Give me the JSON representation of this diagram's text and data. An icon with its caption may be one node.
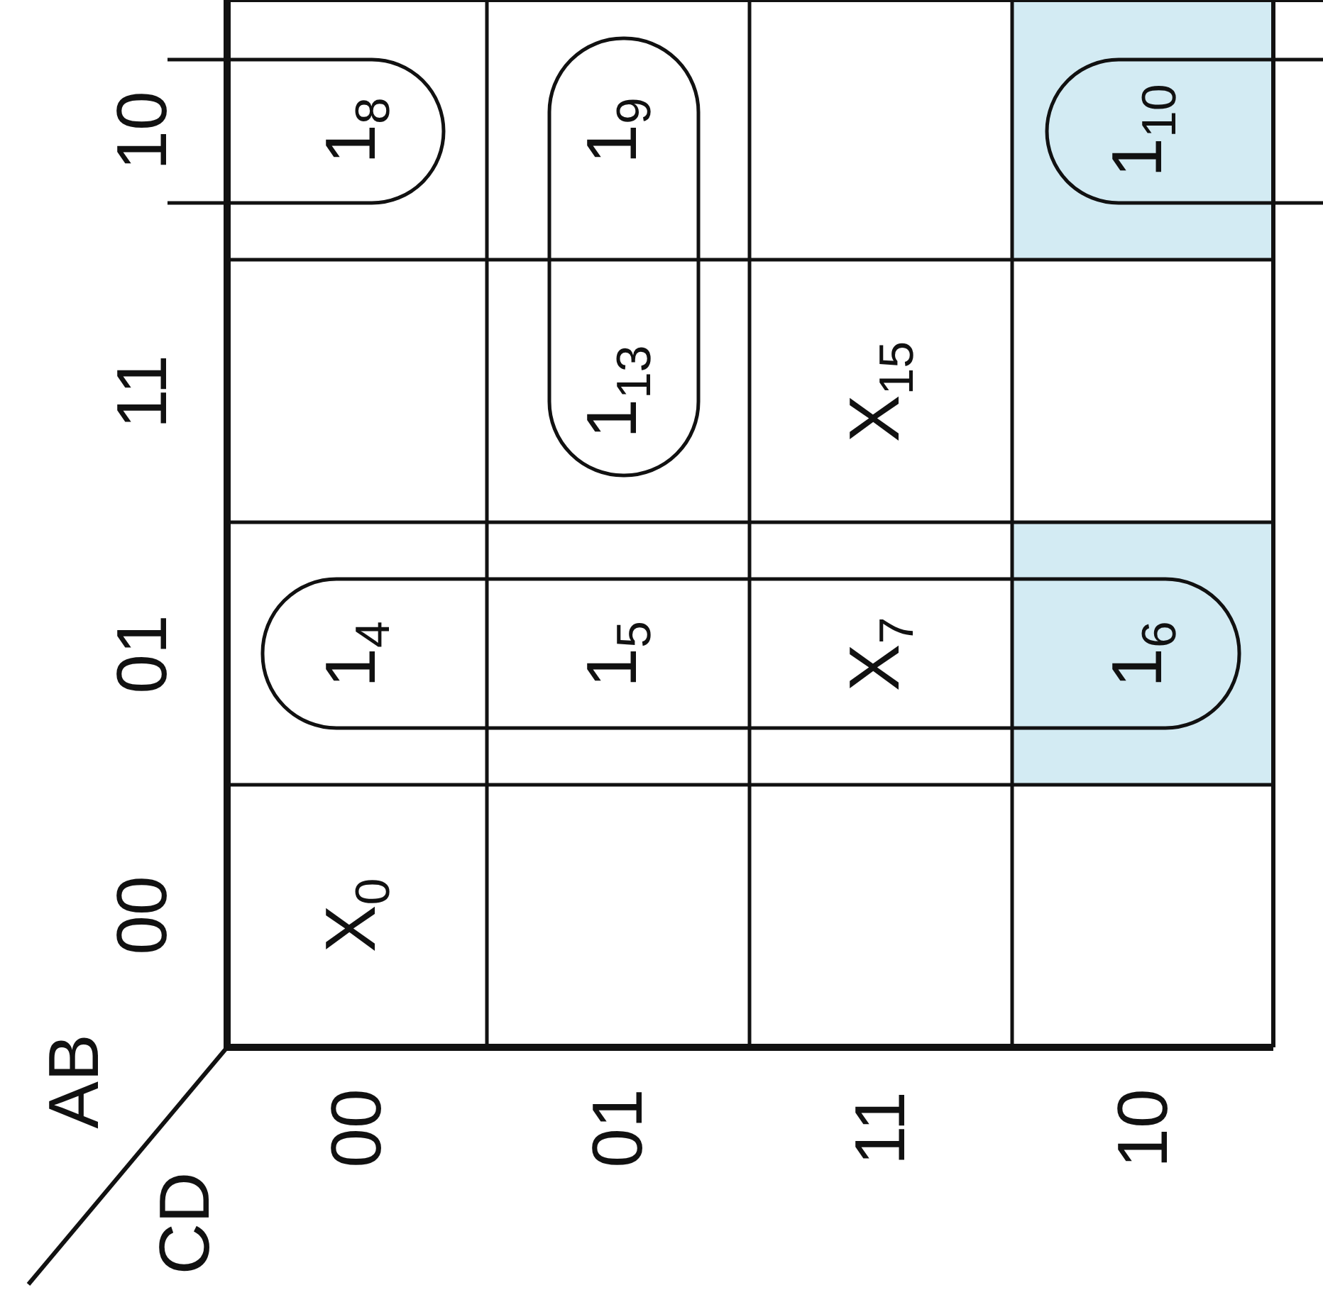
{
  "diagram": {
    "labels": [
      "AB",
      "CD",
      "00",
      "01",
      "11",
      "10",
      "00",
      "X$_{0}$",
      "1$_{4}$",
      "1$_{8}$",
      "01",
      "1$_{5}$",
      "1$_{13}$",
      "1$_{9}$",
      "11",
      "X$_{7}$",
      "X$_{15}$",
      "10",
      "1$_{6}$",
      "1$_{10}$"
    ]
  }
}
